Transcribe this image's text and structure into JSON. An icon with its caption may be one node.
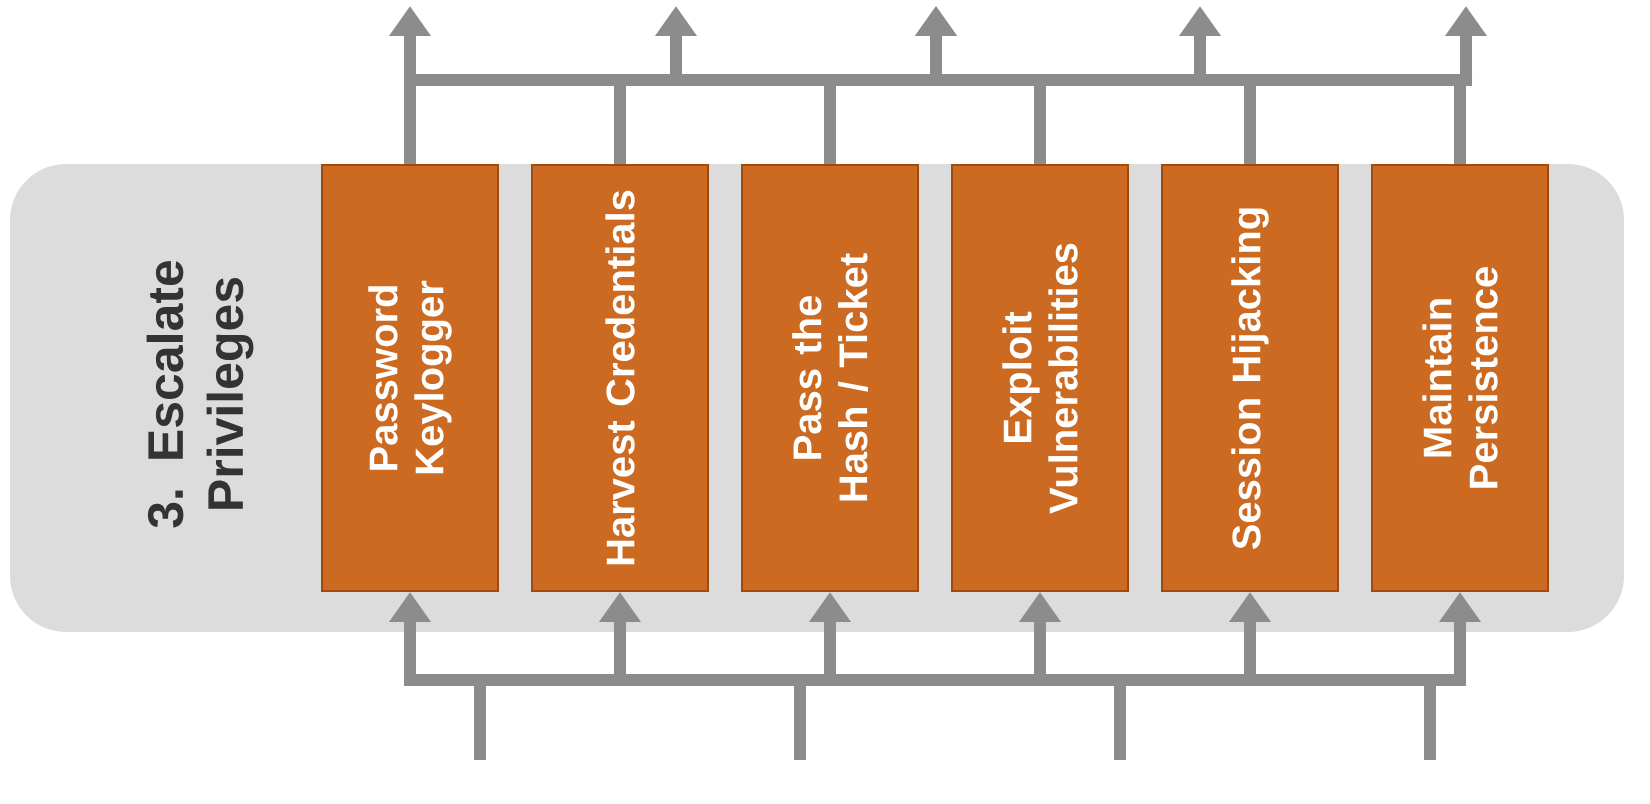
{
  "diagram": {
    "nodes": [
      {
        "text": [
          "3. Escalate Privileges"
        ]
      },
      {
        "text": [
          "Password Keylogger"
        ],
        "in": 0
      },
      {
        "text": [
          "Harvest Credentials"
        ],
        "in": 0
      },
      {
        "text": [
          "Pass the Hash / Ticket"
        ],
        "in": 0
      },
      {
        "text": [
          "Exploit Vulnerabilities"
        ],
        "in": 0
      },
      {
        "text": [
          "Session Hijacking"
        ],
        "in": 0
      },
      {
        "text": [
          "Maintain Persistence"
        ],
        "in": 0
      }
    ],
    "edges": [
      {
        "from": null,
        "to": 1,
        "arrow": "to"
      },
      {
        "from": null,
        "to": 2,
        "arrow": "to"
      },
      {
        "from": null,
        "to": 3,
        "arrow": "to"
      },
      {
        "from": null,
        "to": 4,
        "arrow": "to"
      },
      {
        "from": null,
        "to": 5,
        "arrow": "to"
      },
      {
        "from": null,
        "to": 6,
        "arrow": "to"
      },
      {
        "from": 1,
        "to": null,
        "arrow": "to"
      },
      {
        "from": 2,
        "to": null,
        "arrow": "to"
      },
      {
        "from": 3,
        "to": null,
        "arrow": "to"
      },
      {
        "from": 4,
        "to": null,
        "arrow": "to"
      },
      {
        "from": 5,
        "to": null,
        "arrow": "to"
      },
      {
        "from": 6,
        "to": null,
        "arrow": "to"
      }
    ]
  }
}
